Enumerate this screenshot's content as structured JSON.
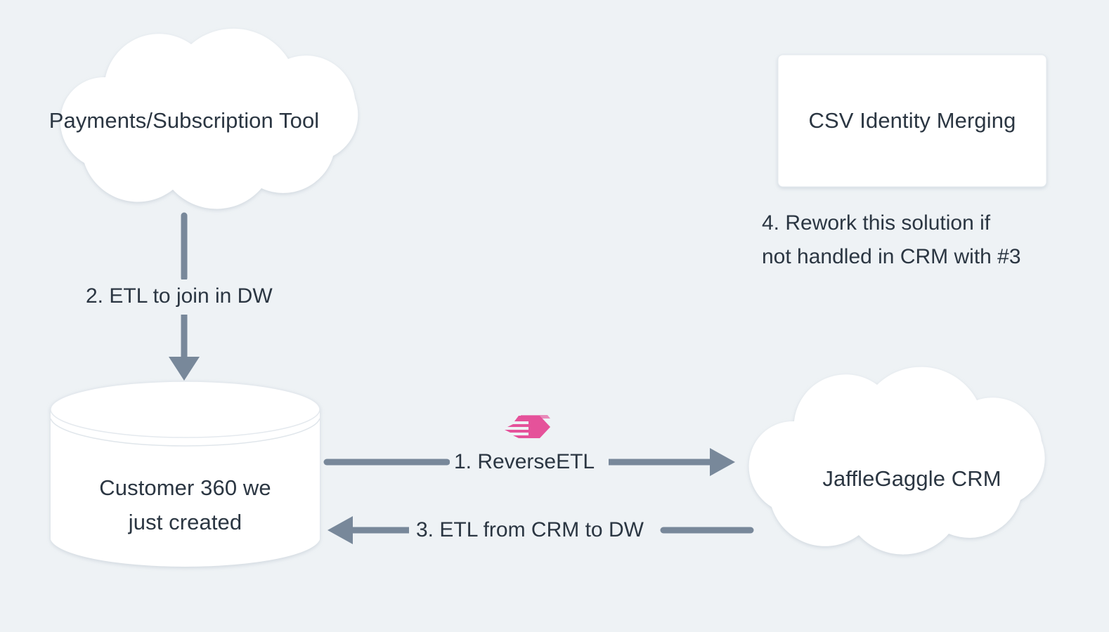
{
  "diagram": {
    "background_color": "#eef2f5",
    "text_color": "#2b3642",
    "node_fill": "#ffffff",
    "edge_color": "#78889a",
    "accent_color": "#e5529a",
    "nodes": [
      {
        "id": "payments",
        "shape": "cloud",
        "label": "Payments/Subscription Tool"
      },
      {
        "id": "csv",
        "shape": "rect",
        "label": "CSV Identity Merging"
      },
      {
        "id": "warehouse",
        "shape": "cylinder",
        "label": "Customer 360 we\njust created"
      },
      {
        "id": "crm",
        "shape": "cloud",
        "label": "JaffleGaggle CRM"
      }
    ],
    "edges": [
      {
        "id": "etl-join",
        "from": "payments",
        "to": "warehouse",
        "label": "2. ETL to join in DW",
        "direction": "down"
      },
      {
        "id": "reverse-etl",
        "from": "warehouse",
        "to": "crm",
        "label": "1. ReverseETL",
        "direction": "right",
        "icon": "hightouch-logo-icon"
      },
      {
        "id": "etl-crm-dw",
        "from": "crm",
        "to": "warehouse",
        "label": "3. ETL from CRM to DW",
        "direction": "left"
      }
    ],
    "notes": [
      {
        "id": "rework",
        "label": "4. Rework this solution if\nnot handled in CRM with #3"
      }
    ]
  }
}
